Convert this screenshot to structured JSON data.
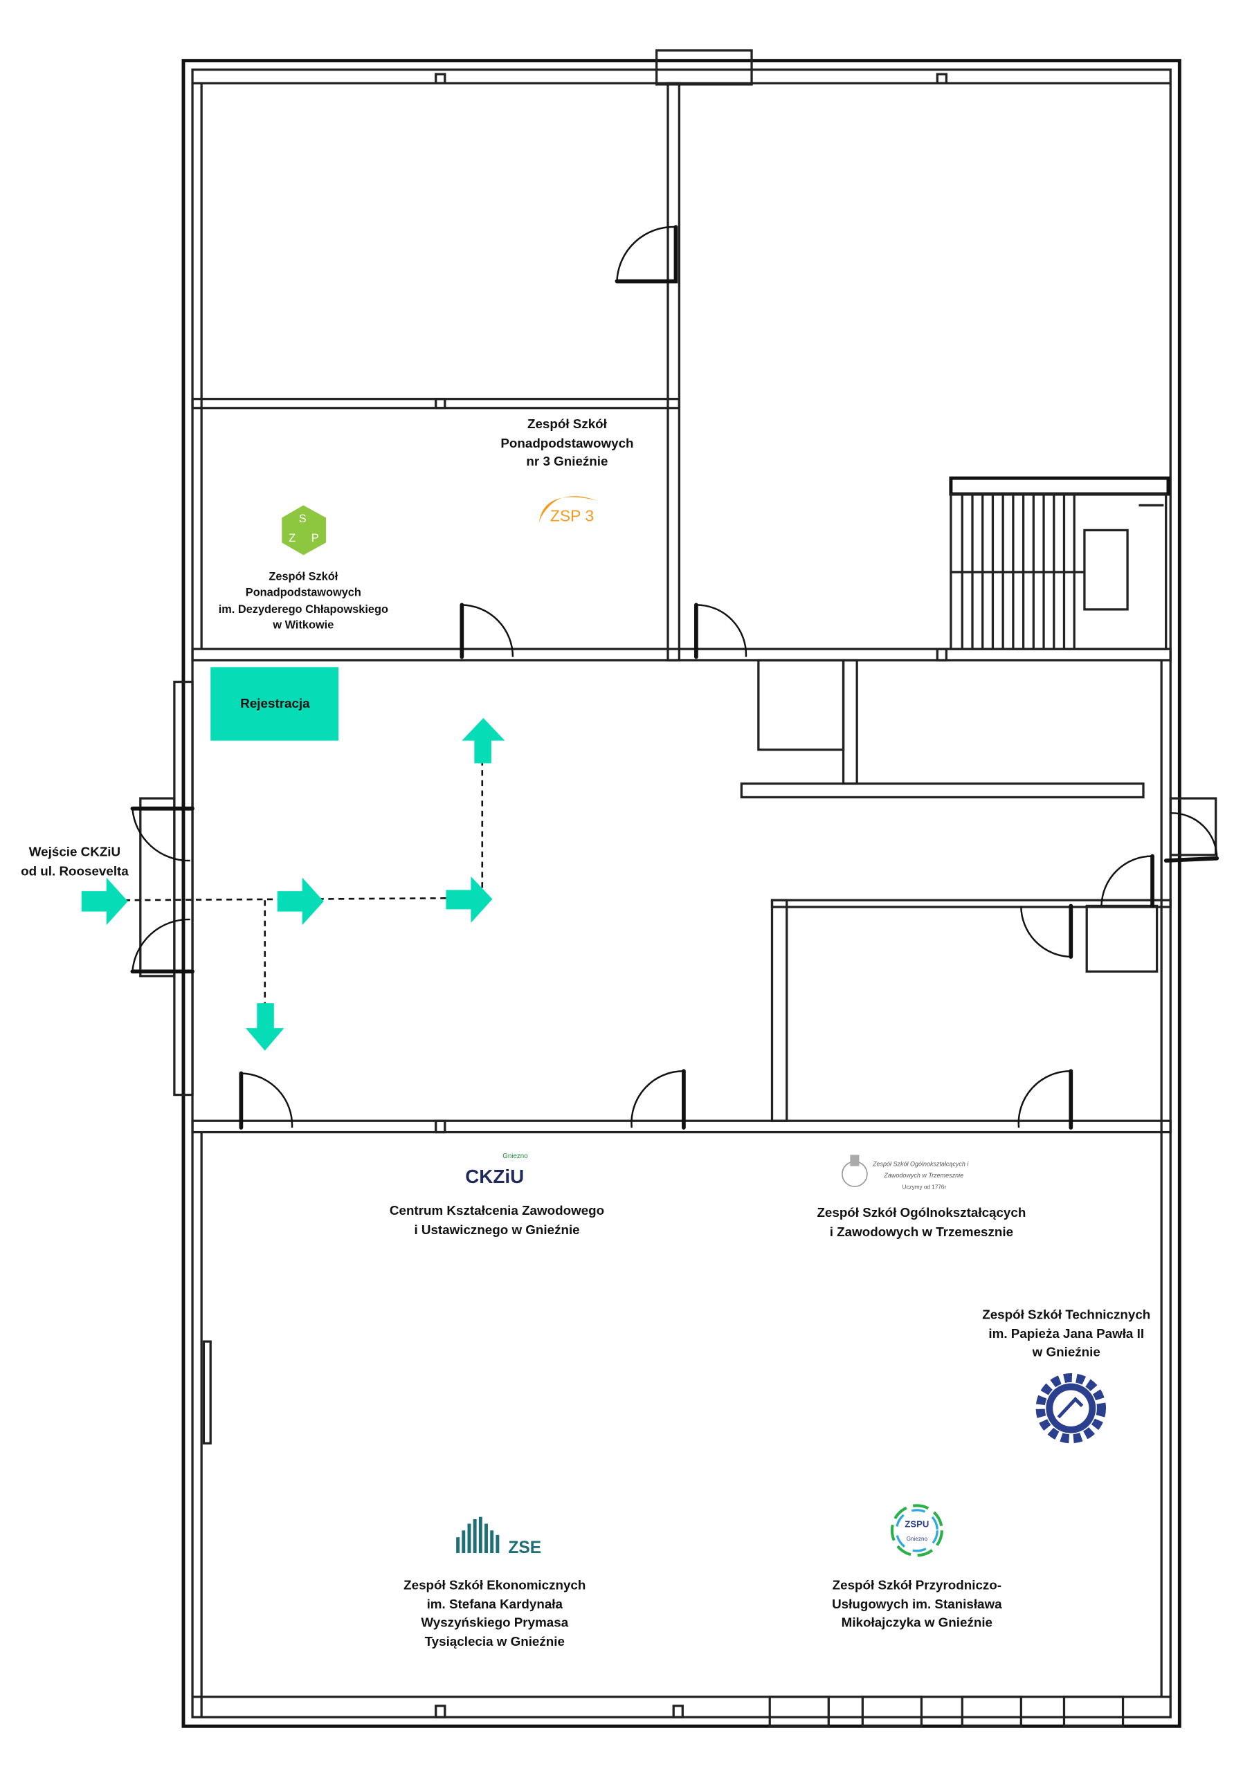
{
  "colors": {
    "accent": "#06DDB7",
    "wall": "#222222",
    "text": "#111111",
    "zsp3": "#F39A1E",
    "szp": "#8DC63F",
    "cez": "#1F2A5C",
    "zse": "#1D6F75"
  },
  "entrance": {
    "line1": "Wejście CKZiU",
    "line2": "od ul. Roosevelta"
  },
  "registration": {
    "label": "Rejestracja"
  },
  "rooms": {
    "zsp3": {
      "lines": [
        "Zespół Szkół",
        "Ponadpodstawowych",
        "nr 3 Gnieźnie"
      ],
      "logo_text": "ZSP 3"
    },
    "witkowo": {
      "lines": [
        "Zespół Szkół",
        "Ponadpodstawowych",
        "im. Dezyderego Chłapowskiego",
        "w Witkowie"
      ],
      "logo_letters": [
        "S",
        "Z",
        "P"
      ]
    },
    "ckziu": {
      "lines": [
        "Centrum Kształcenia Zawodowego",
        "i Ustawicznego w Gnieźnie"
      ],
      "logo_text": "CKZiU",
      "logo_sub": "Gniezno"
    },
    "trzemeszno": {
      "lines": [
        "Zespół Szkół Ogólnokształcących",
        "i Zawodowych w Trzemesznie"
      ],
      "logo_lines": [
        "Zespół Szkół Ogólnokształcących i",
        "Zawodowych w Trzemesznie",
        "Uczymy od 1776r"
      ]
    },
    "zst": {
      "lines": [
        "Zespół Szkół Technicznych",
        "im. Papieża Jana Pawła II",
        "w Gnieźnie"
      ]
    },
    "zse": {
      "lines": [
        "Zespół Szkół Ekonomicznych",
        "im. Stefana Kardynała",
        "Wyszyńskiego Prymasa",
        "Tysiąclecia w Gnieźnie"
      ],
      "logo_text": "ZSE"
    },
    "zspu": {
      "lines": [
        "Zespół Szkół Przyrodniczo-",
        "Usługowych im. Stanisława",
        "Mikołajczyka w Gnieźnie"
      ],
      "logo_text": "ZSPU",
      "logo_sub": "Gniezno"
    }
  }
}
